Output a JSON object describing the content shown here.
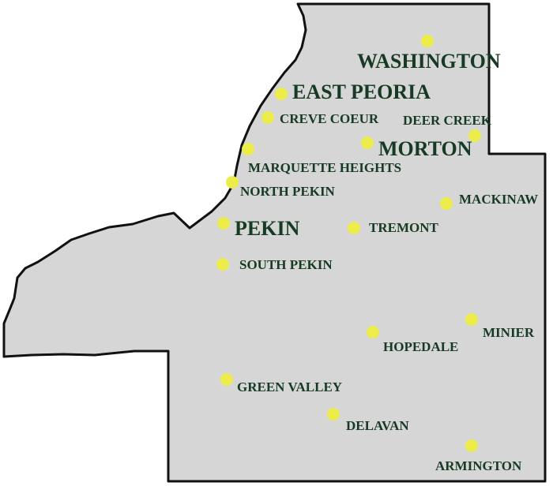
{
  "map": {
    "colors": {
      "land": "#d6d6d6",
      "border": "#111111",
      "town_marker": "#ecec4a",
      "label": "#163a24",
      "background": "#ffffff"
    },
    "towns": [
      {
        "id": "washington",
        "name": "WASHINGTON",
        "size": "large"
      },
      {
        "id": "east-peoria",
        "name": "EAST PEORIA",
        "size": "large"
      },
      {
        "id": "creve-coeur",
        "name": "CREVE COEUR",
        "size": "small"
      },
      {
        "id": "deer-creek",
        "name": "DEER CREEK",
        "size": "small"
      },
      {
        "id": "morton",
        "name": "MORTON",
        "size": "large"
      },
      {
        "id": "marquette-heights",
        "name": "MARQUETTE HEIGHTS",
        "size": "small"
      },
      {
        "id": "north-pekin",
        "name": "NORTH PEKIN",
        "size": "small"
      },
      {
        "id": "mackinaw",
        "name": "MACKINAW",
        "size": "small"
      },
      {
        "id": "pekin",
        "name": "PEKIN",
        "size": "large"
      },
      {
        "id": "tremont",
        "name": "TREMONT",
        "size": "small"
      },
      {
        "id": "south-pekin",
        "name": "SOUTH PEKIN",
        "size": "small"
      },
      {
        "id": "minier",
        "name": "MINIER",
        "size": "small"
      },
      {
        "id": "hopedale",
        "name": "HOPEDALE",
        "size": "small"
      },
      {
        "id": "green-valley",
        "name": "GREEN VALLEY",
        "size": "small"
      },
      {
        "id": "delavan",
        "name": "DELAVAN",
        "size": "small"
      },
      {
        "id": "armington",
        "name": "ARMINGTON",
        "size": "small"
      }
    ]
  }
}
